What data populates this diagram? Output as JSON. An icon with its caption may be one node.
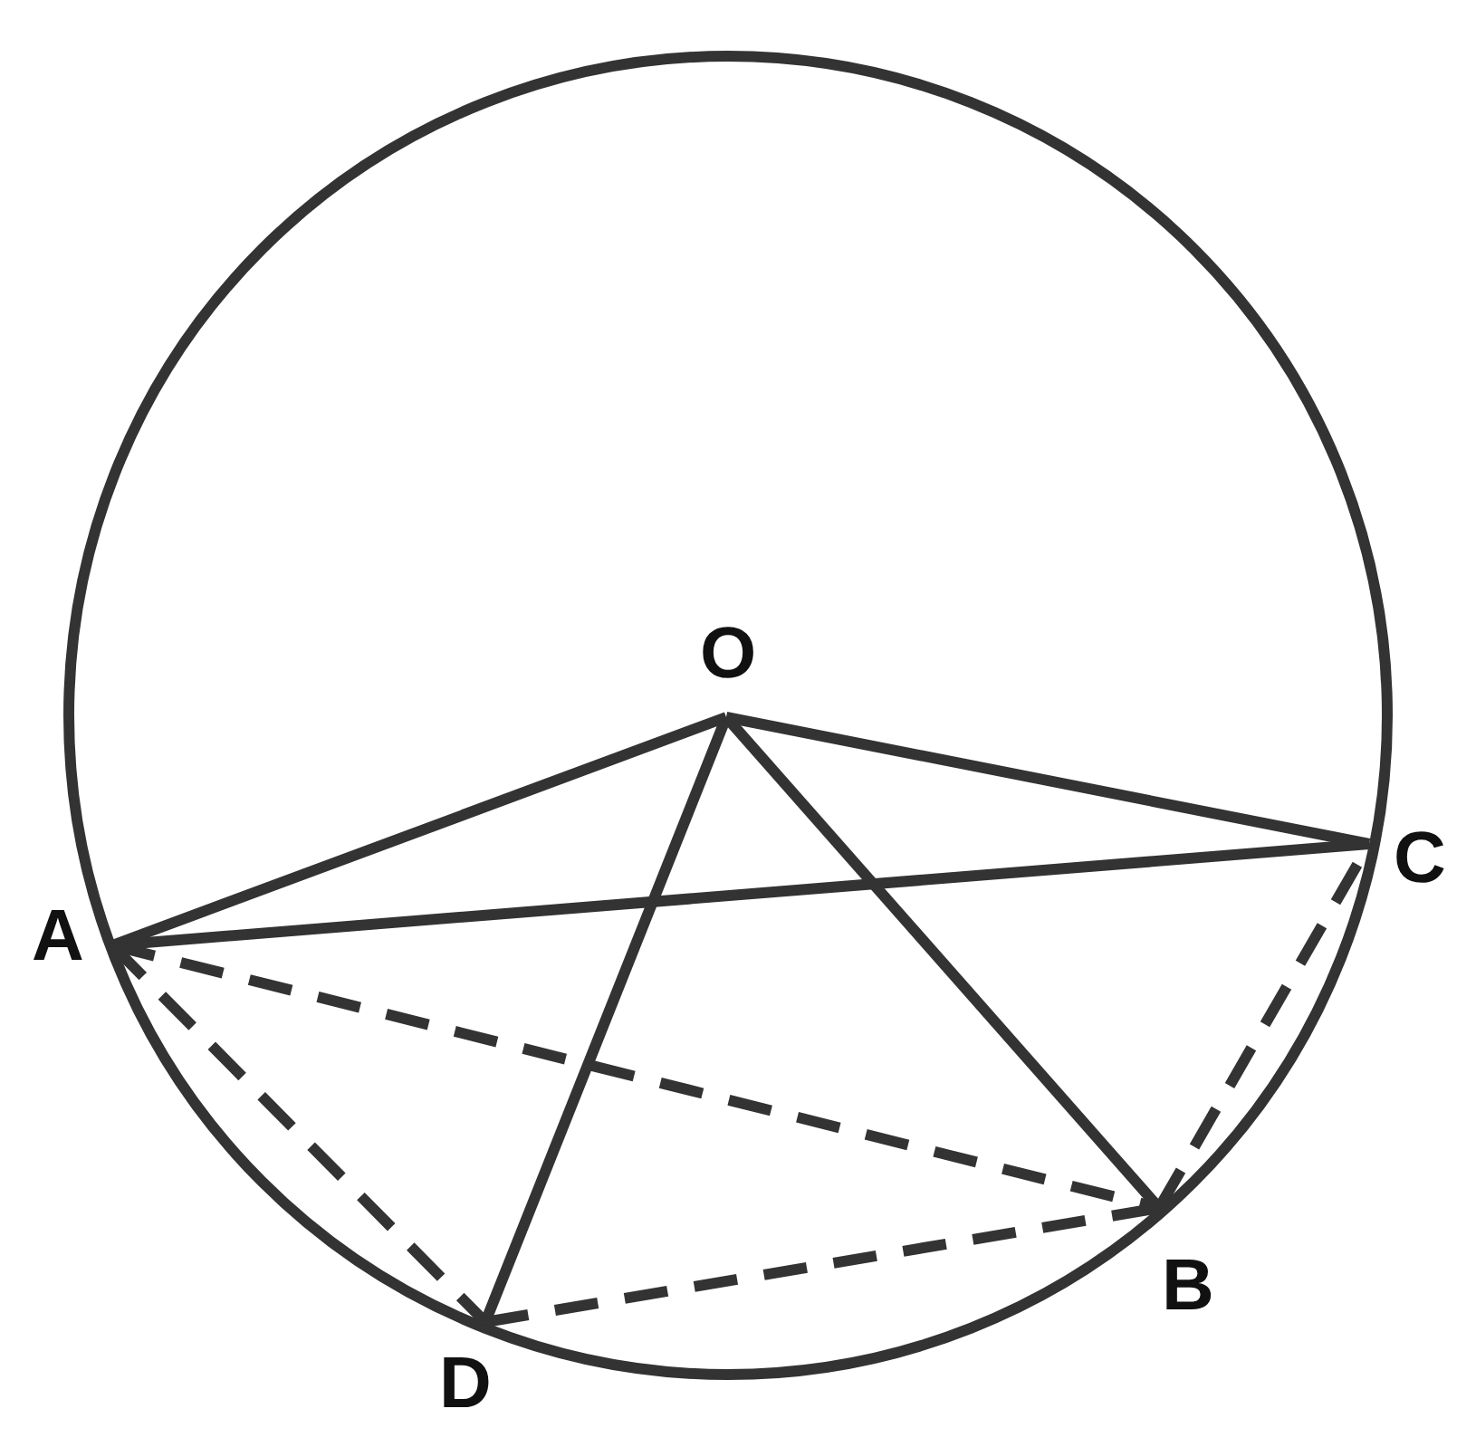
{
  "diagram": {
    "nodes": [
      {
        "text": [
          "O"
        ]
      },
      {
        "text": [
          "A"
        ]
      },
      {
        "text": [
          "C"
        ]
      },
      {
        "text": [
          "B"
        ]
      },
      {
        "text": [
          "D"
        ]
      }
    ],
    "edges": [
      {
        "from": 0,
        "to": 1,
        "arrow": "none"
      },
      {
        "from": 0,
        "to": 2,
        "arrow": "none"
      },
      {
        "from": 1,
        "to": 2,
        "arrow": "none"
      },
      {
        "from": 0,
        "to": 4,
        "arrow": "none"
      },
      {
        "from": 0,
        "to": 3,
        "arrow": "none"
      },
      {
        "from": 1,
        "to": 3,
        "arrow": "none",
        "style": "dashed"
      },
      {
        "from": 1,
        "to": 4,
        "arrow": "none",
        "style": "dashed"
      },
      {
        "from": 4,
        "to": 3,
        "arrow": "none",
        "style": "dashed"
      },
      {
        "from": 3,
        "to": 2,
        "arrow": "none",
        "style": "dashed"
      }
    ]
  }
}
